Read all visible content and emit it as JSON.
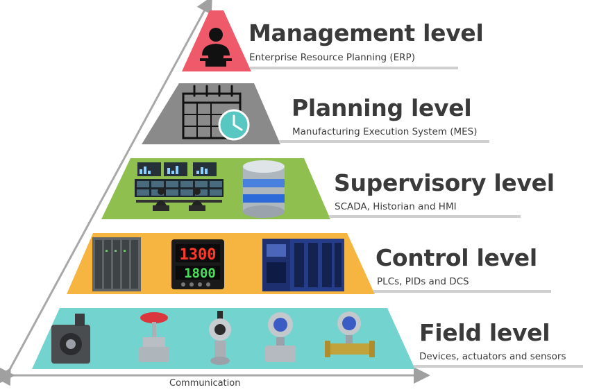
{
  "levels": [
    {
      "id": "management",
      "title": "Management level",
      "subtitle": "Enterprise Resource Planning (ERP)",
      "color": "#ef5a6a",
      "icon": "manager-at-laptop-icon"
    },
    {
      "id": "planning",
      "title": "Planning level",
      "subtitle": "Manufacturing Execution System (MES)",
      "color": "#8a8a8a",
      "icon": "calendar-clock-icon"
    },
    {
      "id": "supervisory",
      "title": "Supervisory level",
      "subtitle": "SCADA, Historian and HMI",
      "color": "#8fc04f",
      "icon": "control-room-and-database-icon"
    },
    {
      "id": "control",
      "title": "Control level",
      "subtitle": "PLCs, PIDs and DCS",
      "color": "#f6b540",
      "icon": "plc-pid-controller-icon"
    },
    {
      "id": "field",
      "title": "Field level",
      "subtitle": "Devices, actuators and sensors",
      "color": "#72d3cf",
      "icon": "motor-valve-sensor-icon"
    }
  ],
  "axis": {
    "label": "Communication"
  },
  "pid_display": {
    "pv": "1300",
    "sv": "1800"
  }
}
